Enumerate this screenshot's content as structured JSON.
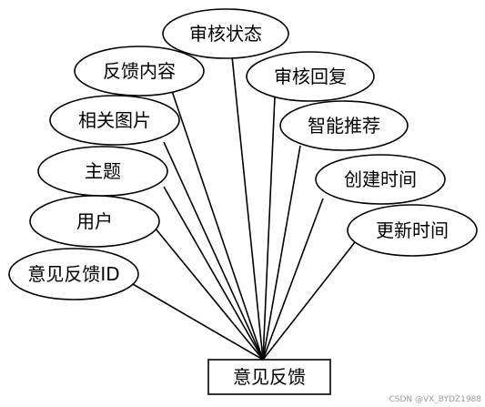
{
  "diagram": {
    "entity": "意见反馈",
    "attributes": [
      {
        "key": "audit_status",
        "label": "审核状态"
      },
      {
        "key": "feedback_content",
        "label": "反馈内容"
      },
      {
        "key": "audit_reply",
        "label": "审核回复"
      },
      {
        "key": "related_image",
        "label": "相关图片"
      },
      {
        "key": "smart_recommend",
        "label": "智能推荐"
      },
      {
        "key": "subject",
        "label": "主题"
      },
      {
        "key": "create_time",
        "label": "创建时间"
      },
      {
        "key": "user",
        "label": "用户"
      },
      {
        "key": "update_time",
        "label": "更新时间"
      },
      {
        "key": "feedback_id",
        "label": "意见反馈ID"
      }
    ]
  },
  "watermark": "CSDN @VX_BYDZ1988"
}
